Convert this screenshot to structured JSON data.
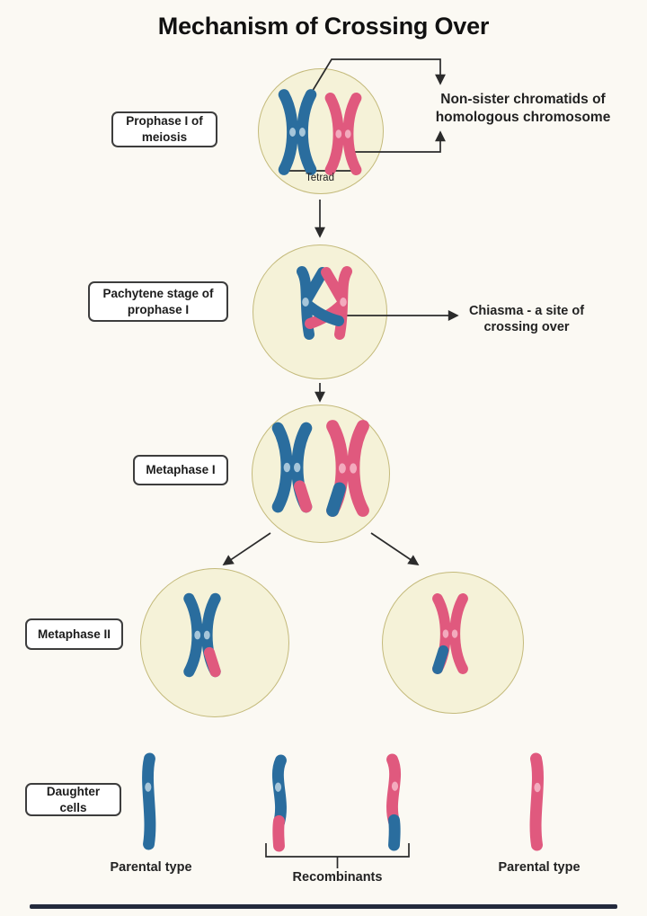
{
  "title": "Mechanism of Crossing Over",
  "stages": [
    {
      "label": "Prophase I of meiosis"
    },
    {
      "label": "Pachytene stage of prophase I"
    },
    {
      "label": "Metaphase I"
    },
    {
      "label": "Metaphase II"
    },
    {
      "label": "Daughter cells"
    }
  ],
  "annotations": {
    "non_sister_line1": "Non-sister chromatids of",
    "non_sister_line2": "homologous chromosome",
    "chiasma_line1": "Chiasma - a site of",
    "chiasma_line2": "crossing over",
    "tetrad": "Tetrad",
    "parental_left": "Parental type",
    "recombinants": "Recombinants",
    "parental_right": "Parental type"
  },
  "colors": {
    "background": "#fbf9f3",
    "cell_fill": "#f5f2d8",
    "cell_border": "#c4ba7b",
    "chromosome_blue": "#2a6d9e",
    "chromosome_pink": "#e0597e",
    "centromere_blue": "#a6c6da",
    "centromere_pink": "#f3abbe",
    "line": "#2b2b2b",
    "footer_bar": "#232a3d"
  }
}
